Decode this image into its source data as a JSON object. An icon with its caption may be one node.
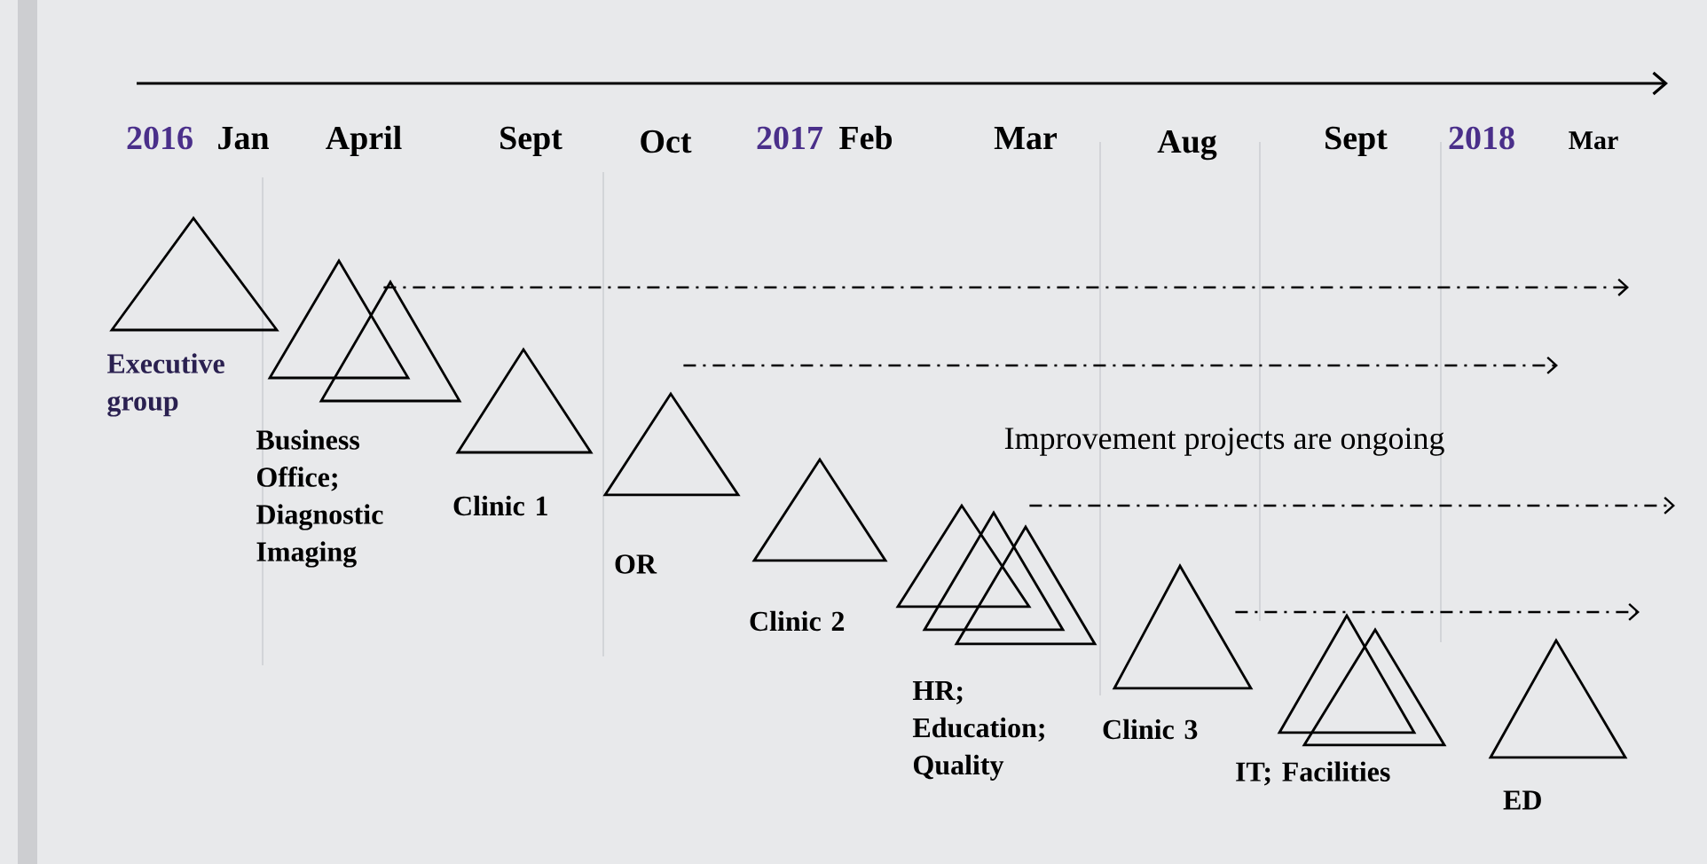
{
  "diagram": {
    "nodes": [
      {
        "text": [
          "Executive group"
        ]
      },
      {
        "text": [
          "Business Office; Diagnostic Imaging"
        ]
      },
      {
        "text": [],
        "shape": "triangle"
      },
      {
        "text": [
          "Clinic 1"
        ]
      },
      {
        "text": [
          "OR"
        ]
      },
      {
        "text": [
          "Clinic 2"
        ]
      },
      {
        "text": [
          "HR; Education; Quality"
        ]
      },
      {
        "text": [],
        "shape": "triangle"
      },
      {
        "text": [],
        "shape": "triangle"
      },
      {
        "text": [
          "Clinic 3"
        ]
      },
      {
        "text": [
          "IT; Facilities"
        ]
      },
      {
        "text": [],
        "shape": "triangle"
      },
      {
        "text": [
          "ED"
        ]
      }
    ],
    "edges": [
      {
        "from": 1,
        "to": null,
        "arrow": "to",
        "style": "dashed"
      },
      {
        "from": 4,
        "to": null,
        "arrow": "to",
        "style": "dashed"
      },
      {
        "from": 6,
        "to": null,
        "arrow": "to",
        "style": "dashed"
      },
      {
        "from": 9,
        "to": null,
        "arrow": "to",
        "style": "dashed"
      }
    ],
    "labels": [
      "2016",
      "Jan",
      "April",
      "Sept",
      "Oct",
      "2017",
      "Feb",
      "Mar",
      "Aug",
      "Sept",
      "2018",
      "Mar",
      "Improvement projects are ongoing"
    ]
  }
}
